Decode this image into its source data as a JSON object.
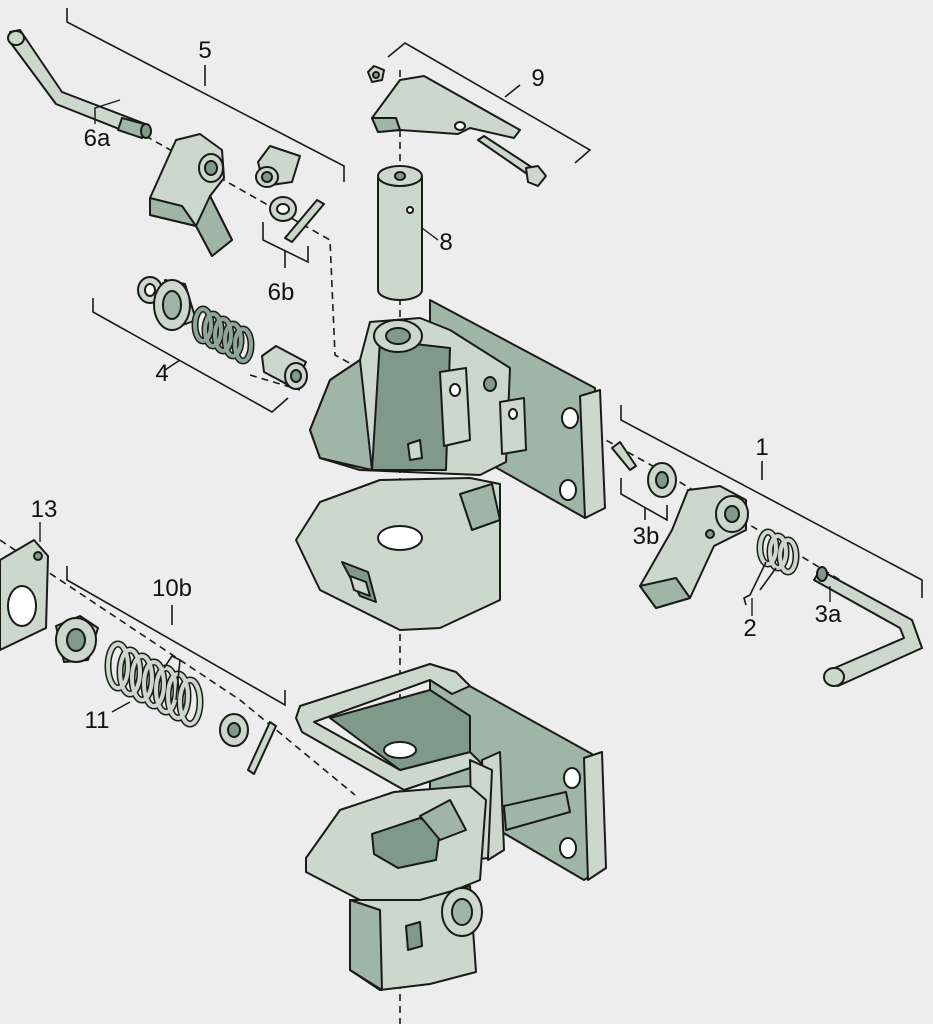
{
  "labels": {
    "l1": "1",
    "l2": "2",
    "l3a": "3a",
    "l3b": "3b",
    "l4": "4",
    "l5": "5",
    "l6a": "6a",
    "l6b": "6b",
    "l8": "8",
    "l9": "9",
    "l10b": "10b",
    "l11": "11",
    "l13": "13"
  },
  "colors": {
    "background": "#ededed",
    "part_light": "#ccd8cc",
    "part_shade": "#9fb5a6",
    "part_dark": "#7f9a89",
    "outline": "#1a1a1a"
  }
}
